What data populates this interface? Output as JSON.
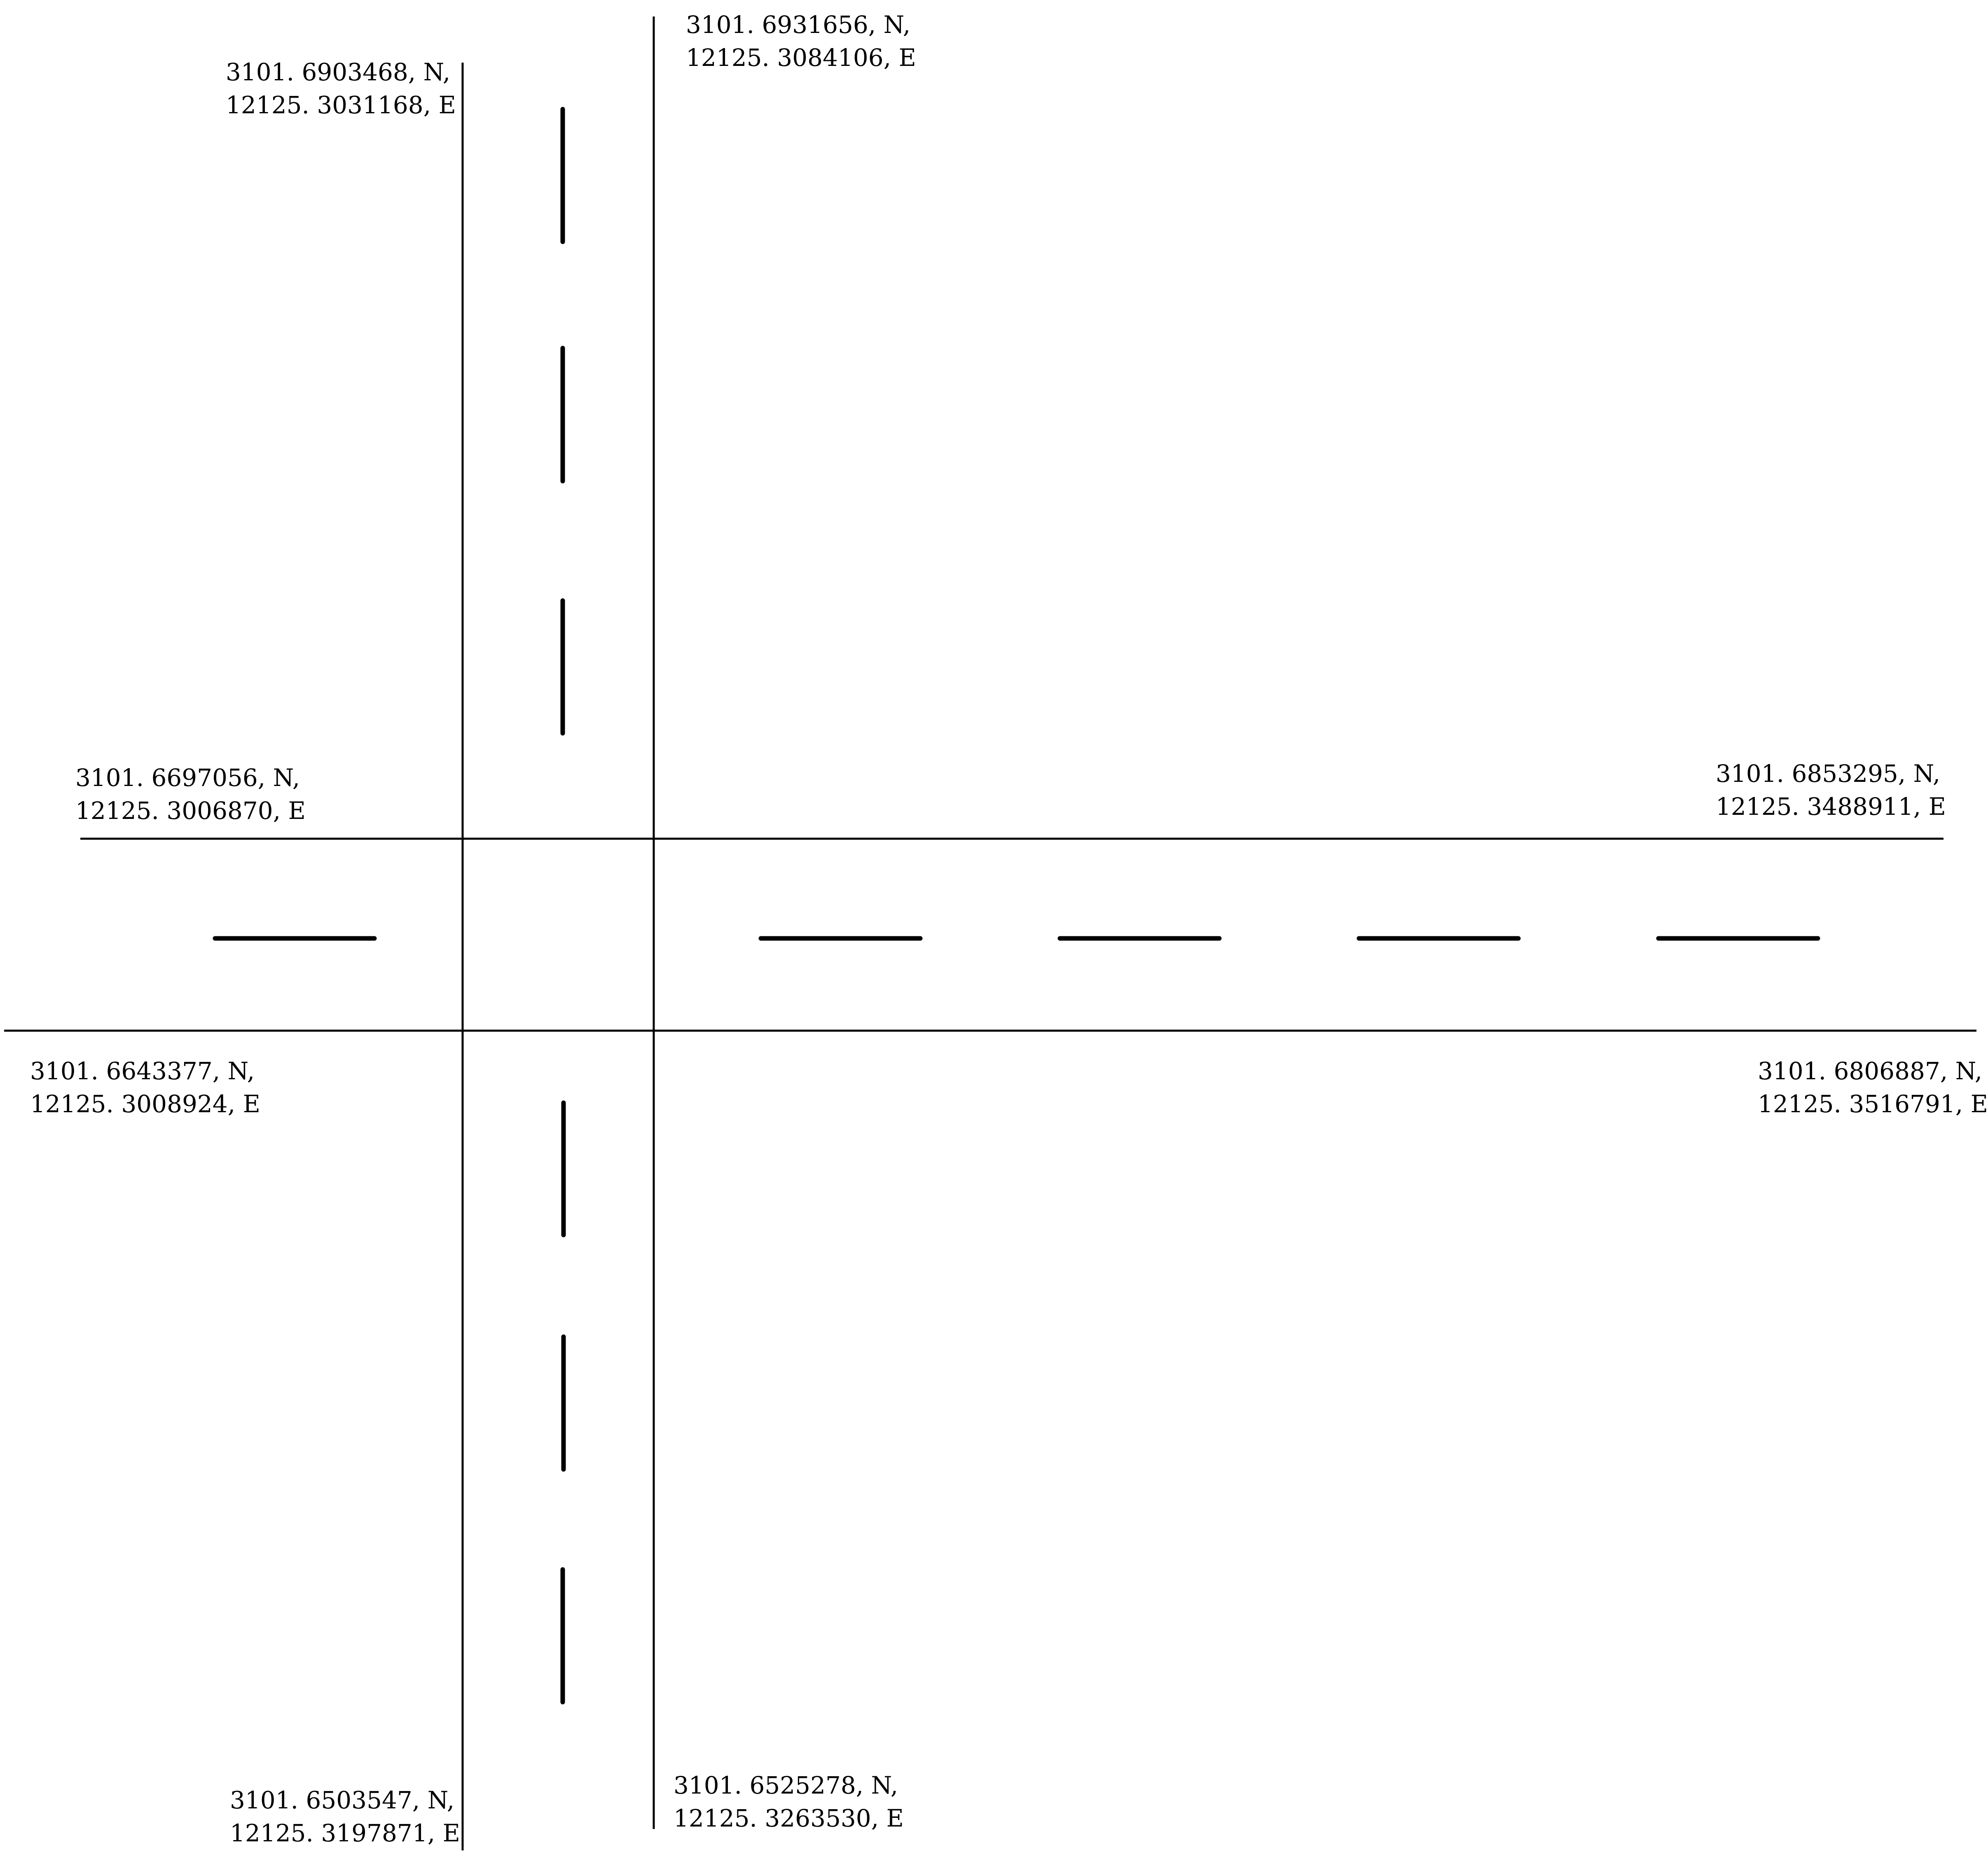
{
  "diagram": {
    "colors": {
      "background": "#ffffff",
      "ink": "#000000"
    },
    "labels": {
      "north_left": {
        "line1": "3101. 6903468, N,",
        "line2": "12125. 3031168, E"
      },
      "north_right": {
        "line1": "3101. 6931656, N,",
        "line2": "12125. 3084106, E"
      },
      "west_top": {
        "line1": "3101. 6697056, N,",
        "line2": "12125. 3006870, E"
      },
      "east_top": {
        "line1": "3101. 6853295, N,",
        "line2": "12125. 3488911, E"
      },
      "west_bottom": {
        "line1": "3101. 6643377, N,",
        "line2": "12125. 3008924, E"
      },
      "east_bottom": {
        "line1": "3101. 6806887, N,",
        "line2": "12125. 3516791, E"
      },
      "south_left": {
        "line1": "3101. 6503547, N,",
        "line2": "12125. 3197871, E"
      },
      "south_right": {
        "line1": "3101. 6525278, N,",
        "line2": "12125. 3263530, E"
      }
    }
  }
}
